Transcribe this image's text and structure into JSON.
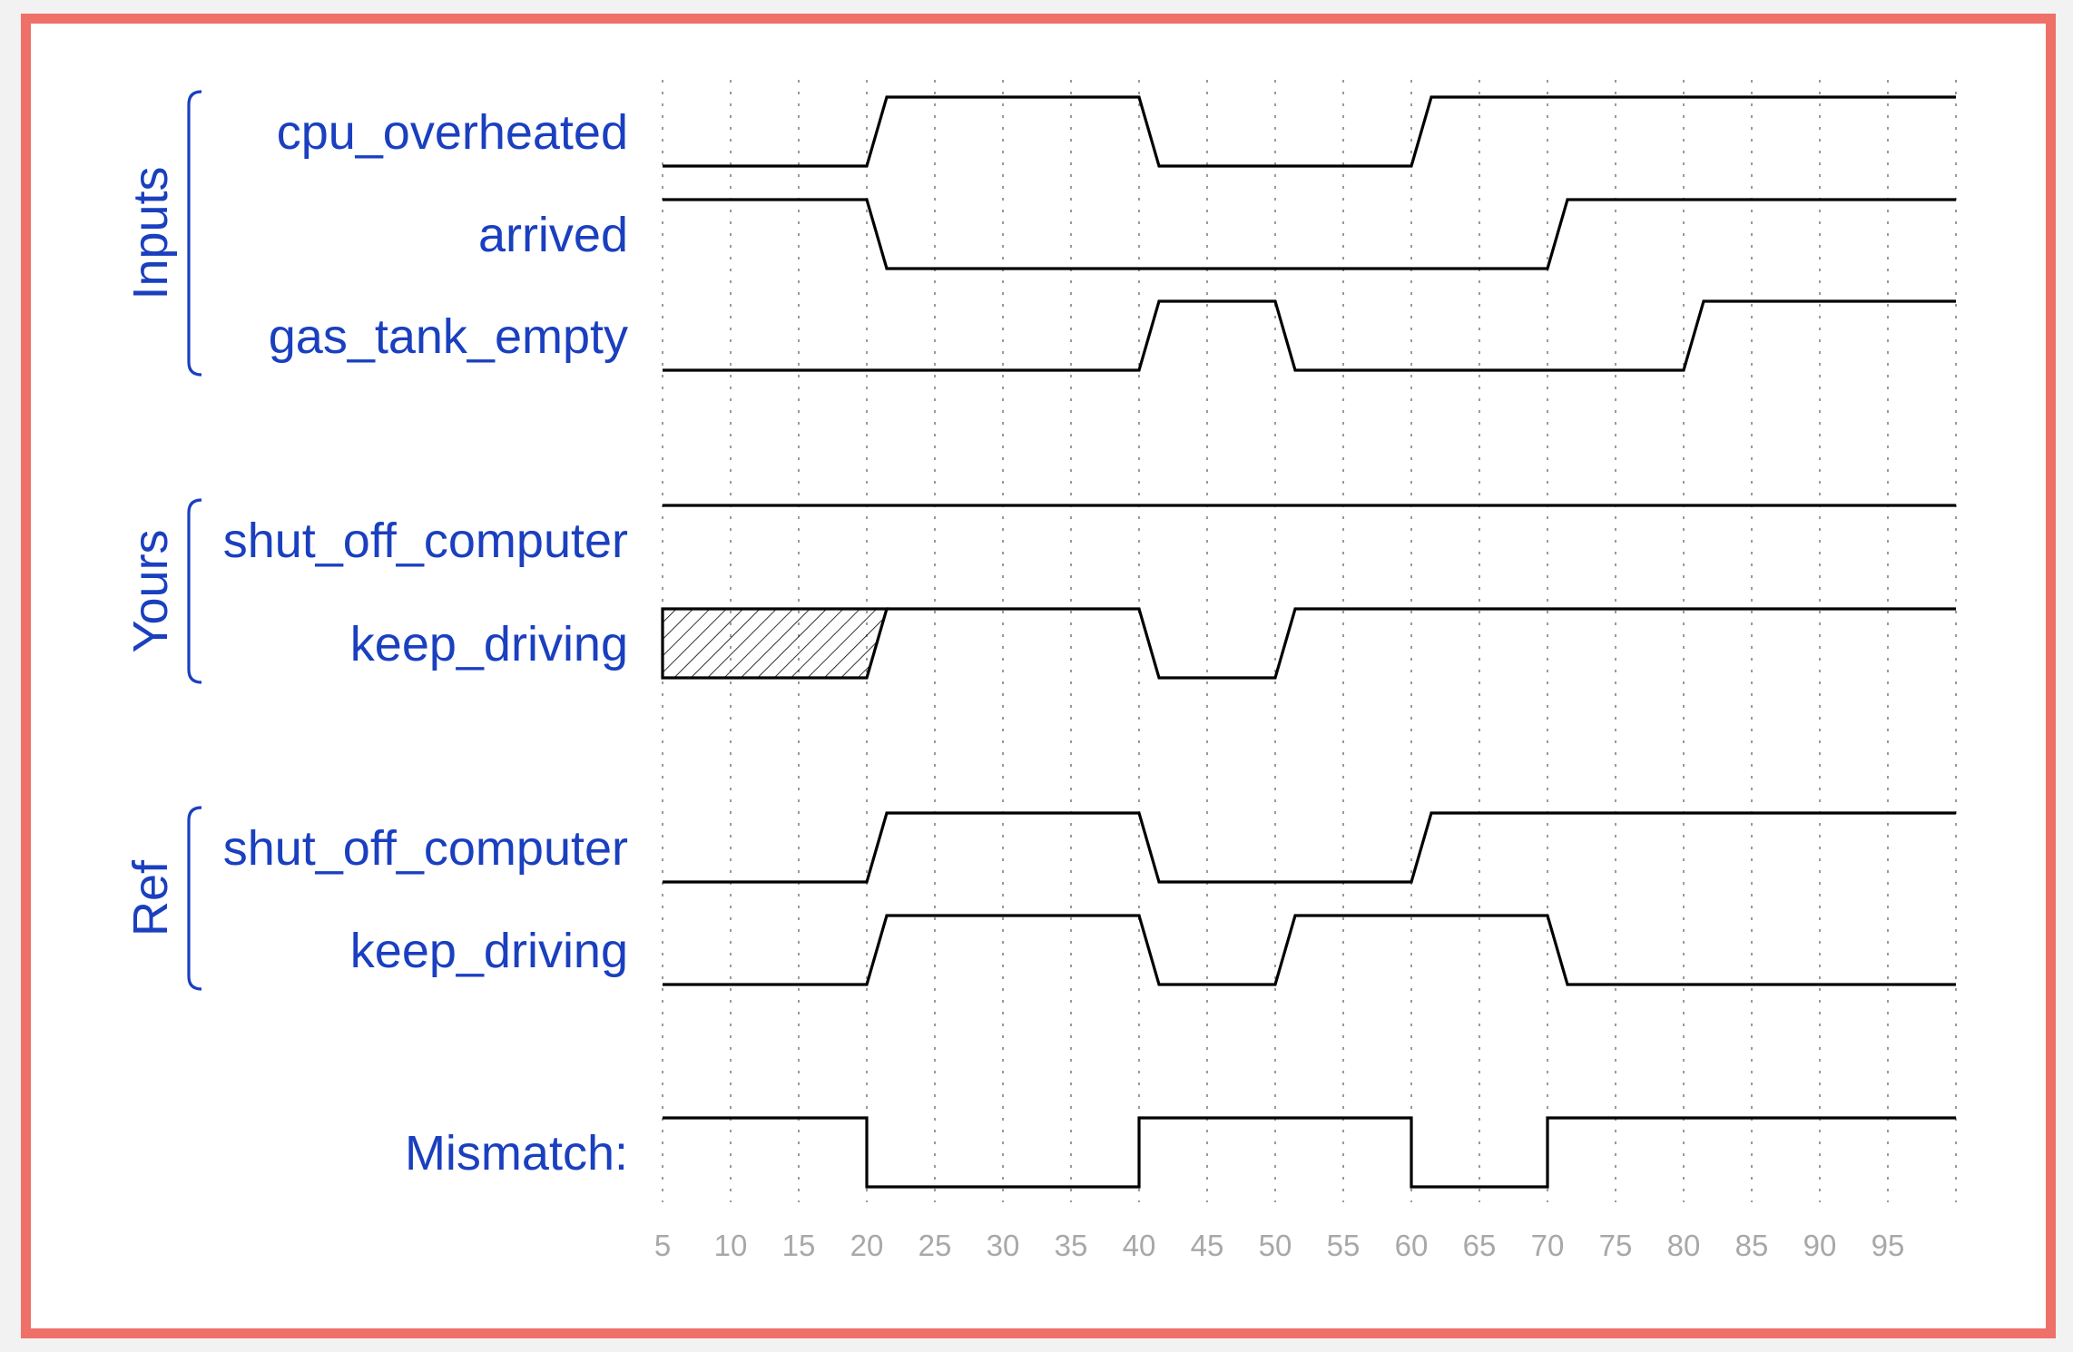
{
  "x_ticks": [
    5,
    10,
    15,
    20,
    25,
    30,
    35,
    40,
    45,
    50,
    55,
    60,
    65,
    70,
    75,
    80,
    85,
    90,
    95
  ],
  "x_range": [
    5,
    100
  ],
  "groups": [
    {
      "label": "Inputs",
      "signals": [
        {
          "name": "cpu_overheated",
          "init": 0,
          "edges": [
            20,
            40,
            60
          ]
        },
        {
          "name": "arrived",
          "init": 1,
          "edges": [
            20,
            70
          ]
        },
        {
          "name": "gas_tank_empty",
          "init": 0,
          "edges": [
            40,
            50,
            80
          ]
        }
      ]
    },
    {
      "label": "Yours",
      "signals": [
        {
          "name": "shut_off_computer",
          "init": 1,
          "edges": []
        },
        {
          "name": "keep_driving",
          "init": "x",
          "x_until": 20,
          "after_x": 1,
          "edges": [
            40,
            50
          ]
        }
      ]
    },
    {
      "label": "Ref",
      "signals": [
        {
          "name": "shut_off_computer",
          "init": 0,
          "edges": [
            20,
            40,
            60
          ]
        },
        {
          "name": "keep_driving",
          "init": 0,
          "edges": [
            20,
            40,
            50,
            70
          ]
        }
      ]
    }
  ],
  "mismatch": {
    "label": "Mismatch:",
    "init": 1,
    "edges": [
      20,
      40,
      60,
      70
    ]
  },
  "colors": {
    "label": "#1a3fbf",
    "tick": "#a8a8a8",
    "wave": "#000000",
    "border": "#ee7068"
  }
}
